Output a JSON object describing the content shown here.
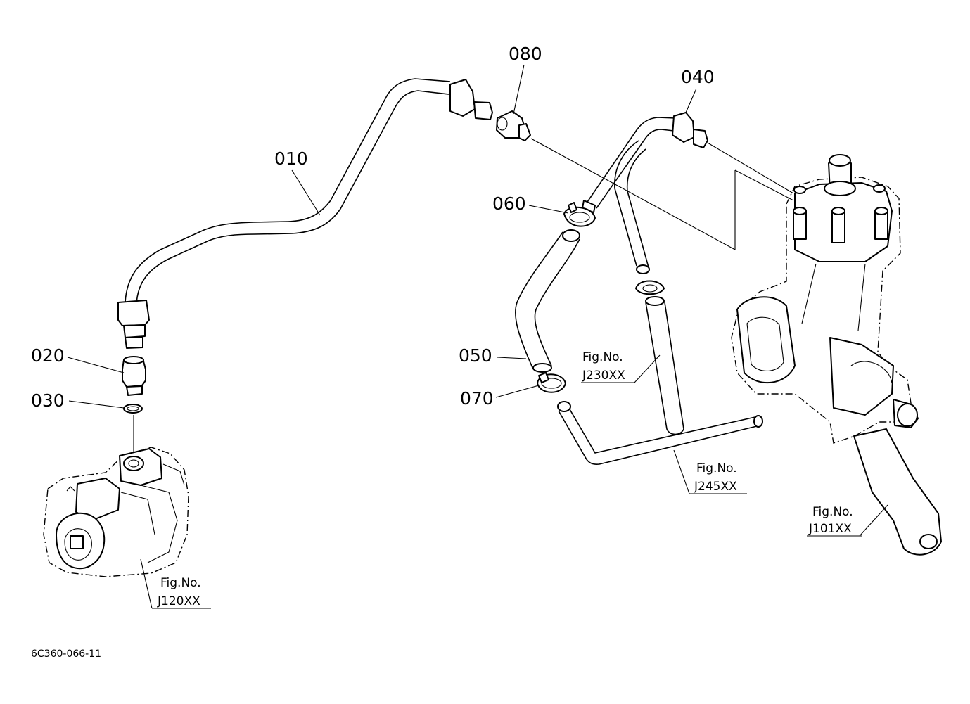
{
  "diagram": {
    "drawing_id": "6C360-066-11",
    "callouts": {
      "p010": "010",
      "p020": "020",
      "p030": "030",
      "p040": "040",
      "p050": "050",
      "p060": "060",
      "p070": "070",
      "p080": "080"
    },
    "figure_refs": {
      "pump": {
        "label": "Fig.No.",
        "number": "J120XX"
      },
      "tank_hose": {
        "label": "Fig.No.",
        "number": "J230XX"
      },
      "return_pipe": {
        "label": "Fig.No.",
        "number": "J245XX"
      },
      "steering_gear": {
        "label": "Fig.No.",
        "number": "J101XX"
      }
    }
  }
}
